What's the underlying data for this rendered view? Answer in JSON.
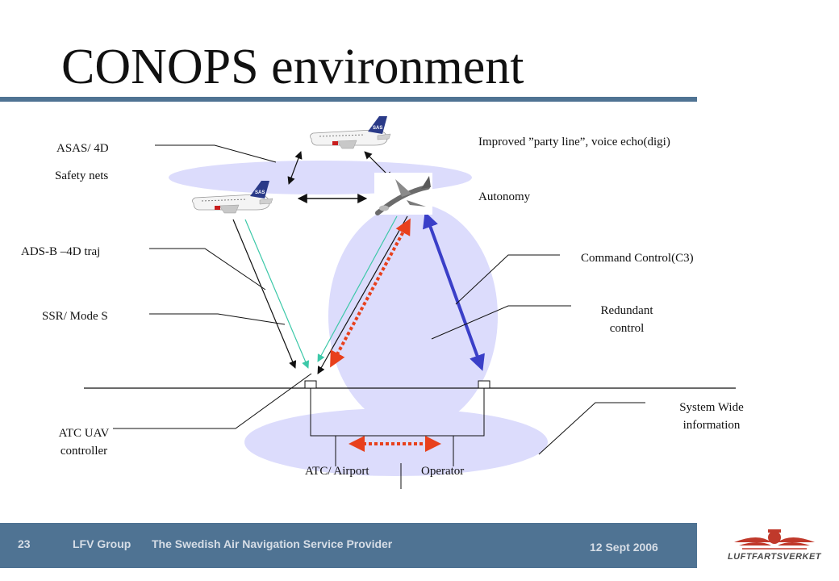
{
  "slide": {
    "title": "CONOPS environment",
    "labels": {
      "asas": "ASAS/ 4D",
      "safety_nets": "Safety nets",
      "party_line": "Improved ”party line”, voice echo(digi)",
      "autonomy": "Autonomy",
      "adsb": "ADS-B –4D traj",
      "ssr": "SSR/ Mode S",
      "command_control": "Command Control(C3)",
      "redundant_control": "Redundant control",
      "system_wide": "System Wide information",
      "atc_uav": "ATC UAV controller",
      "atc_airport": "ATC/ Airport",
      "operator": "Operator"
    },
    "aircraft_livery": "SAS",
    "colors": {
      "brand_bar": "#4f7393",
      "ellipse_fill": "#dcdcfc",
      "command_link": "#3a3fc8",
      "datalink_dotted": "#e8401c",
      "surveillance_line": "#3cc8a8"
    }
  },
  "footer": {
    "page_number": "23",
    "org": "LFV Group",
    "tagline": "The Swedish Air Navigation Service Provider",
    "date": "12 Sept 2006",
    "logo_text": "LUFTFARTSVERKET"
  }
}
